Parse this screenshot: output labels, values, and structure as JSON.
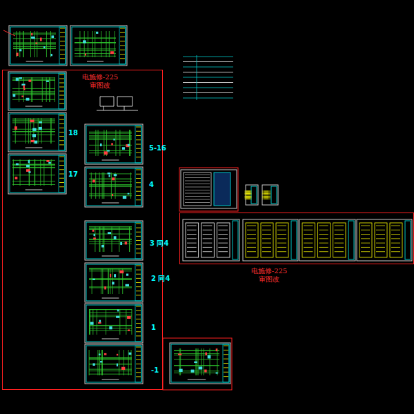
{
  "diagram": {
    "nodes": [
      {
        "text": [
          "电施修-225 审图改"
        ]
      },
      {
        "text": [
          "电施修-225 审图改"
        ]
      }
    ],
    "labels": [
      "18",
      "17",
      "5-16",
      "4",
      "3 同4",
      "2 同4",
      "1",
      "-1"
    ]
  }
}
